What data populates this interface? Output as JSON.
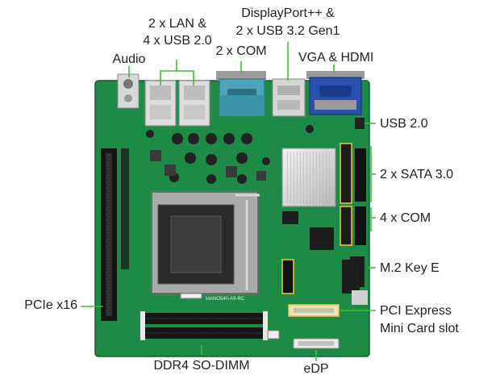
{
  "labels": {
    "lan_usb": [
      "2 x LAN &",
      "4 x USB 2.0"
    ],
    "displayport": [
      "DisplayPort++ &",
      "2 x USB 3.2 Gen1"
    ],
    "audio": "Audio",
    "com_top": "2 x COM",
    "vga_hdmi": "VGA & HDMI",
    "usb20": "USB 2.0",
    "sata": "2 x SATA 3.0",
    "com4": "4 x COM",
    "m2": "M.2 Key E",
    "pcie": "PCIe x16",
    "minicard": [
      "PCI Express",
      "Mini Card slot"
    ],
    "ddr4": "DDR4 SO-DIMM",
    "edp": "eDP"
  },
  "board": {
    "silkscreen_model": "MANO540-A9-RC",
    "pcb_color": "#1d8a46",
    "leader_color": "#3fbf2f"
  }
}
